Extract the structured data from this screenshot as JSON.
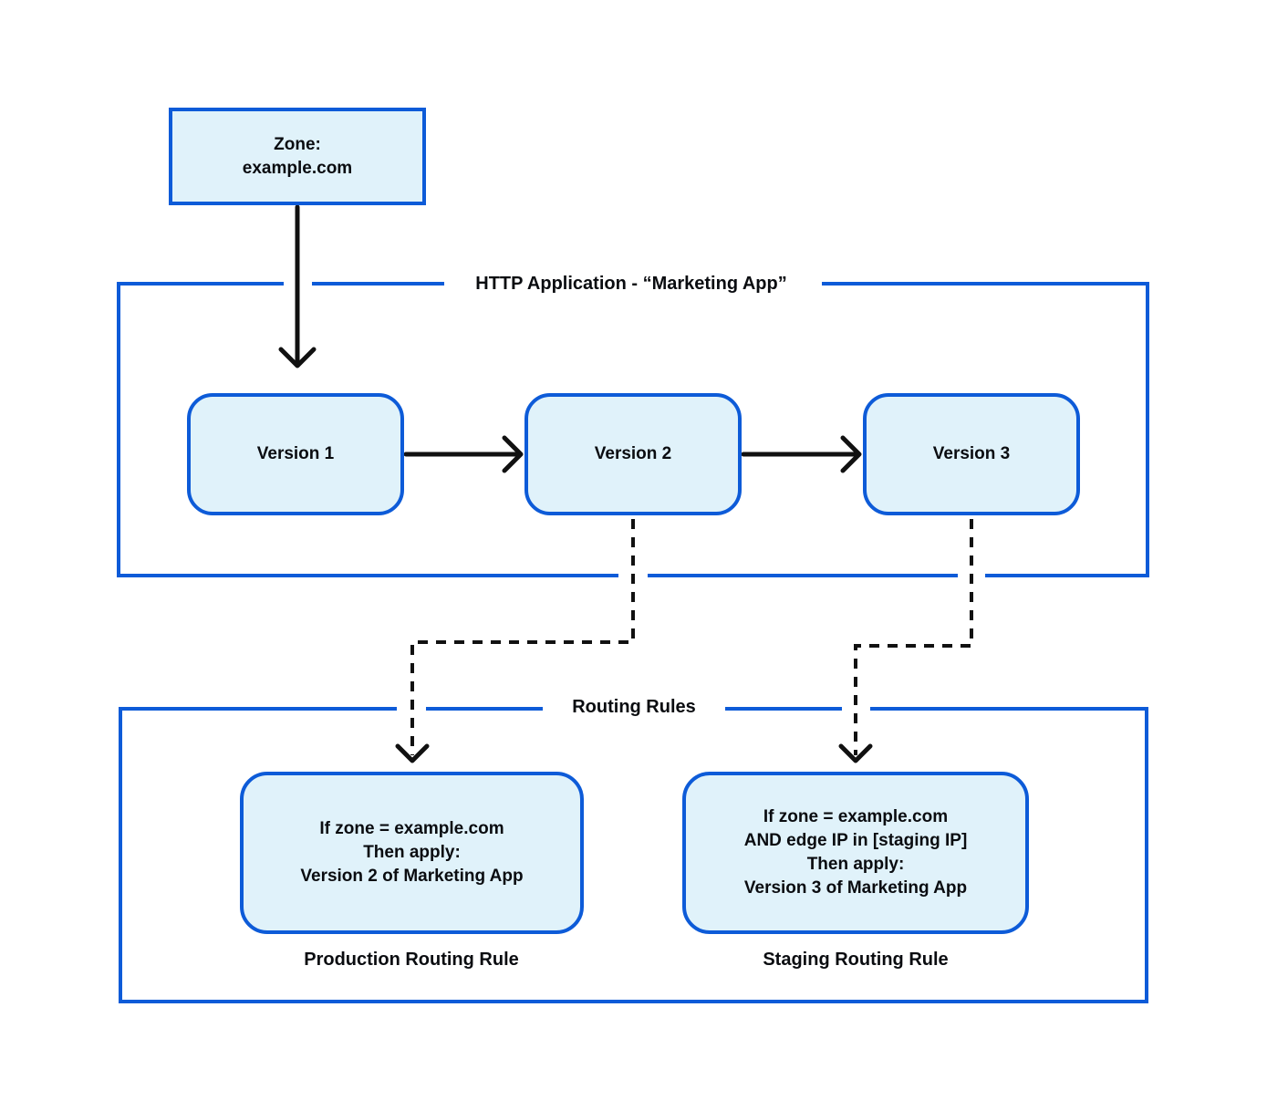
{
  "diagram": {
    "zone": {
      "lines": [
        "Zone:",
        "example.com"
      ]
    },
    "http_app": {
      "title": "HTTP Application - “Marketing App”",
      "versions": [
        {
          "label": "Version 1"
        },
        {
          "label": "Version 2"
        },
        {
          "label": "Version 3"
        }
      ]
    },
    "routing": {
      "title": "Routing Rules",
      "rules": [
        {
          "lines": [
            "If zone = example.com",
            "Then apply:",
            "Version 2 of Marketing App"
          ],
          "caption": "Production Routing Rule"
        },
        {
          "lines": [
            "If zone = example.com",
            "AND edge IP in [staging IP]",
            "Then apply:",
            "Version 3 of Marketing App"
          ],
          "caption": "Staging Routing Rule"
        }
      ]
    },
    "colors": {
      "border_blue": "#0d5bd8",
      "node_fill": "#e0f2fa",
      "line_black": "#111111",
      "background": "#ffffff"
    }
  }
}
